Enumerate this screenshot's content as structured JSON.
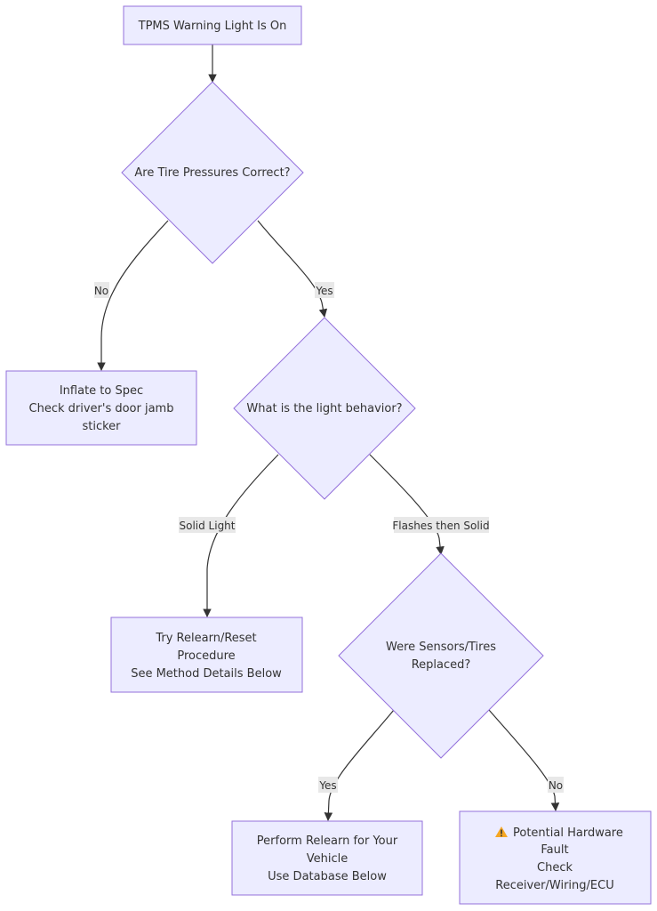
{
  "nodes": {
    "start": {
      "lines": [
        "TPMS Warning Light Is On"
      ]
    },
    "pressure_check": {
      "lines": [
        "Are Tire Pressures Correct?"
      ]
    },
    "inflate": {
      "lines": [
        "Inflate to Spec",
        "Check driver's door jamb",
        "sticker"
      ]
    },
    "light_behavior": {
      "lines": [
        "What is the light behavior?"
      ]
    },
    "relearn_reset": {
      "lines": [
        "Try Relearn/Reset",
        "Procedure",
        "See Method Details Below"
      ]
    },
    "sensors_replaced": {
      "lines": [
        "Were Sensors/Tires",
        "Replaced?"
      ]
    },
    "perform_relearn": {
      "lines": [
        "Perform Relearn for Your",
        "Vehicle",
        "Use Database Below"
      ]
    },
    "hardware_fault": {
      "icon": "warning-icon",
      "lines": [
        "Potential Hardware",
        "Fault",
        "Check",
        "Receiver/Wiring/ECU"
      ]
    }
  },
  "edges": {
    "pressure_no": "No",
    "pressure_yes": "Yes",
    "behavior_solid": "Solid Light",
    "behavior_flash": "Flashes then Solid",
    "replaced_yes": "Yes",
    "replaced_no": "No"
  },
  "colors": {
    "node_fill": "#ececff",
    "node_stroke": "#9370db",
    "edge": "#333333",
    "label_bg": "#e8e8e8",
    "warning": "#f5a623"
  }
}
